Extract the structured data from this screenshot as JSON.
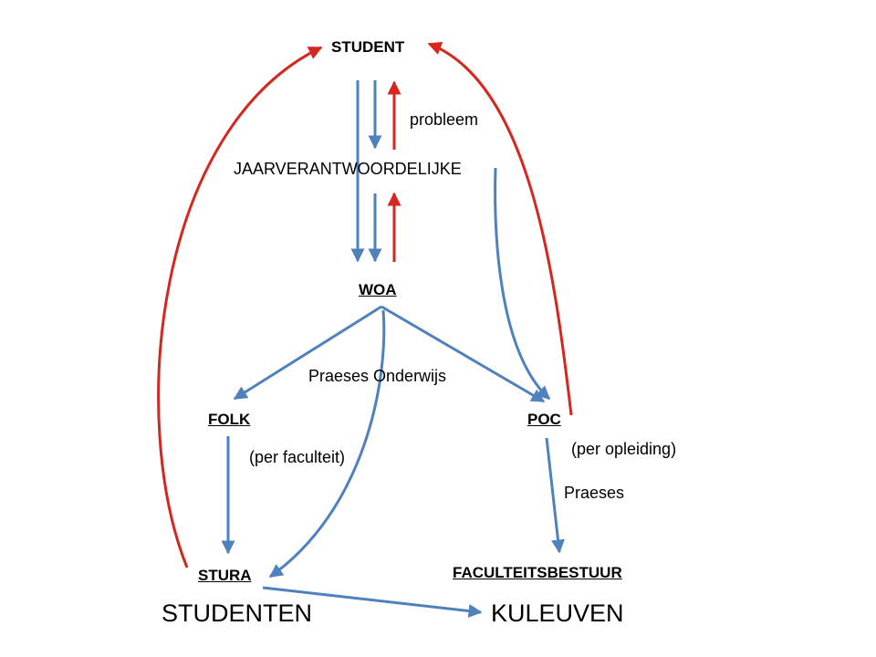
{
  "nodes": {
    "student": "STUDENT",
    "jaarverantwoordelijke": "JAARVERANTWOORDELIJKE",
    "woa": "WOA",
    "folk": "FOLK",
    "poc": "POC",
    "stura": "STURA",
    "faculteitsbestuur": "FACULTEITSBESTUUR"
  },
  "groups": {
    "studenten": "STUDENTEN",
    "kuleuven": "KULEUVEN"
  },
  "edge_labels": {
    "probleem": "probleem",
    "praeses_onderwijs": "Praeses Onderwijs",
    "per_faculteit": "(per faculteit)",
    "per_opleiding": "(per opleiding)",
    "praeses": "Praeses"
  },
  "colors": {
    "blue_arrow": "#4f81bd",
    "red_arrow": "#d7261e",
    "text": "#000000"
  }
}
